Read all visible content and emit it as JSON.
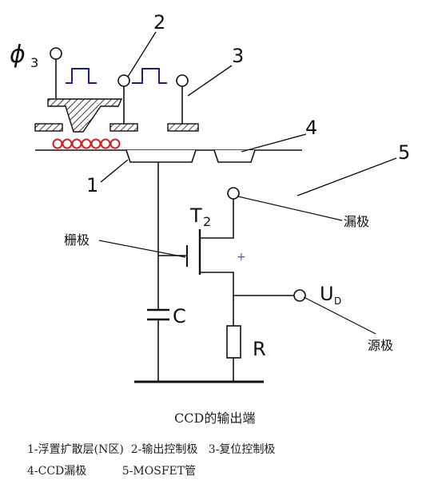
{
  "diagram": {
    "phi_symbol": "ϕ",
    "phi_sub": "3",
    "callouts": [
      "1",
      "2",
      "3",
      "4",
      "5"
    ],
    "transistor": {
      "name": "T",
      "sub": "2"
    },
    "gate_label": "栅极",
    "drain_label": "漏极",
    "source_label": "源极",
    "ud": {
      "name": "U",
      "sub": "D"
    },
    "capacitor": "C",
    "resistor": "R",
    "plus_mark": "+"
  },
  "caption": {
    "title": "CCD的输出端",
    "legend_line1": "1-浮置扩散层(N区)  2-输出控制极   3-复位控制极",
    "legend_line2": "4-CCD漏极          5-MOSFET管"
  },
  "colors": {
    "pulse": "#1c1c8c",
    "charge": "#d42020",
    "line": "#111111"
  }
}
